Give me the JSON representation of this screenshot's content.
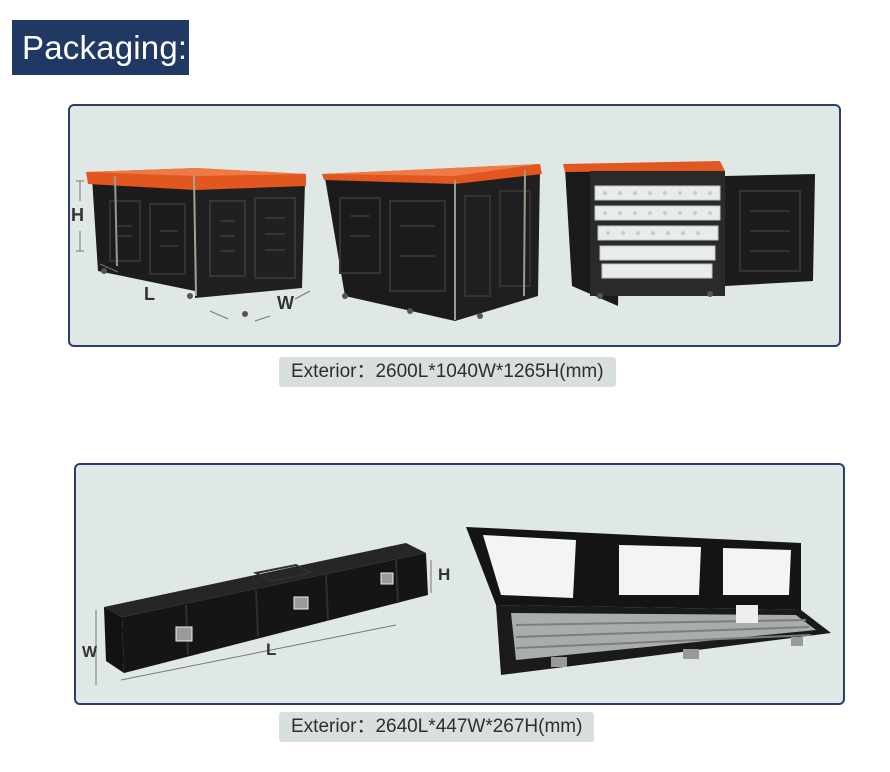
{
  "header": {
    "title": "Packaging:"
  },
  "section1": {
    "caption": "Exterior：2600L*1040W*1265H(mm)",
    "dimension_labels": {
      "h": "H",
      "l": "L",
      "w": "W"
    },
    "colors": {
      "lid": "#e2561f",
      "body": "#1c1c1c",
      "trays": "#e9ecec"
    }
  },
  "section2": {
    "caption": "Exterior：2640L*447W*267H(mm)",
    "dimension_labels": {
      "h": "H",
      "l": "L",
      "w": "W"
    },
    "colors": {
      "case": "#151515",
      "foam": "#f3f5f4"
    }
  },
  "colors": {
    "badge": "#1f3864",
    "panel_border": "#2c3d6b",
    "panel_bg": "#dfe8e4"
  }
}
